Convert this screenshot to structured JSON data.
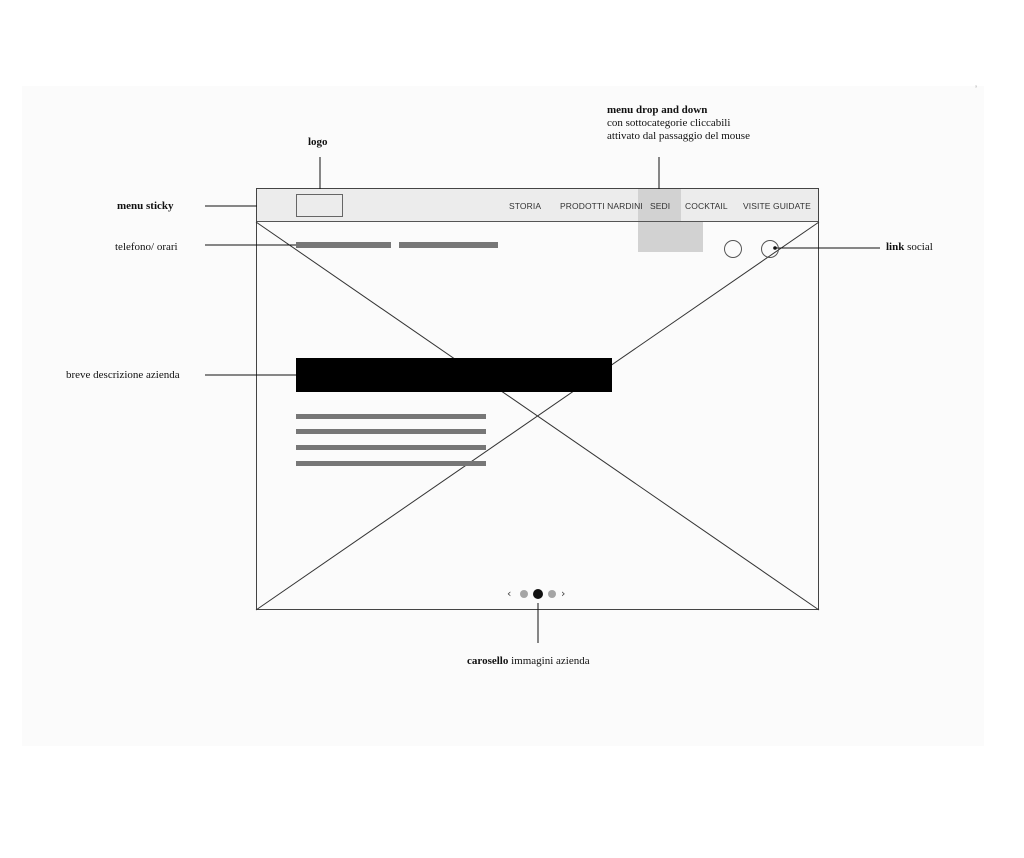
{
  "annotations": {
    "menu_drop": {
      "title": "menu drop and down",
      "line1": "con sottocategorie cliccabili",
      "line2": "attivato dal passaggio del mouse"
    },
    "logo": "logo",
    "menu_sticky": "menu sticky",
    "telefono": "telefono/ orari",
    "link_social_bold": "link",
    "link_social_rest": " social",
    "breve": "breve descrizione azienda",
    "carosello_bold": "carosello",
    "carosello_rest": " immagini azienda"
  },
  "nav": {
    "items": [
      "STORIA",
      "PRODOTTI NARDINI",
      "SEDI",
      "COCKTAIL",
      "VISITE GUIDATE"
    ],
    "active": "SEDI"
  },
  "carousel": {
    "prev_icon": "chevron-left-icon",
    "next_icon": "chevron-right-icon",
    "dots": 3,
    "active_dot": 2
  },
  "colors": {
    "navbar_bg": "#ececec",
    "dropdown_hl": "#d2d2d2",
    "description_block": "#000000",
    "placeholder_bar": "#777777"
  }
}
